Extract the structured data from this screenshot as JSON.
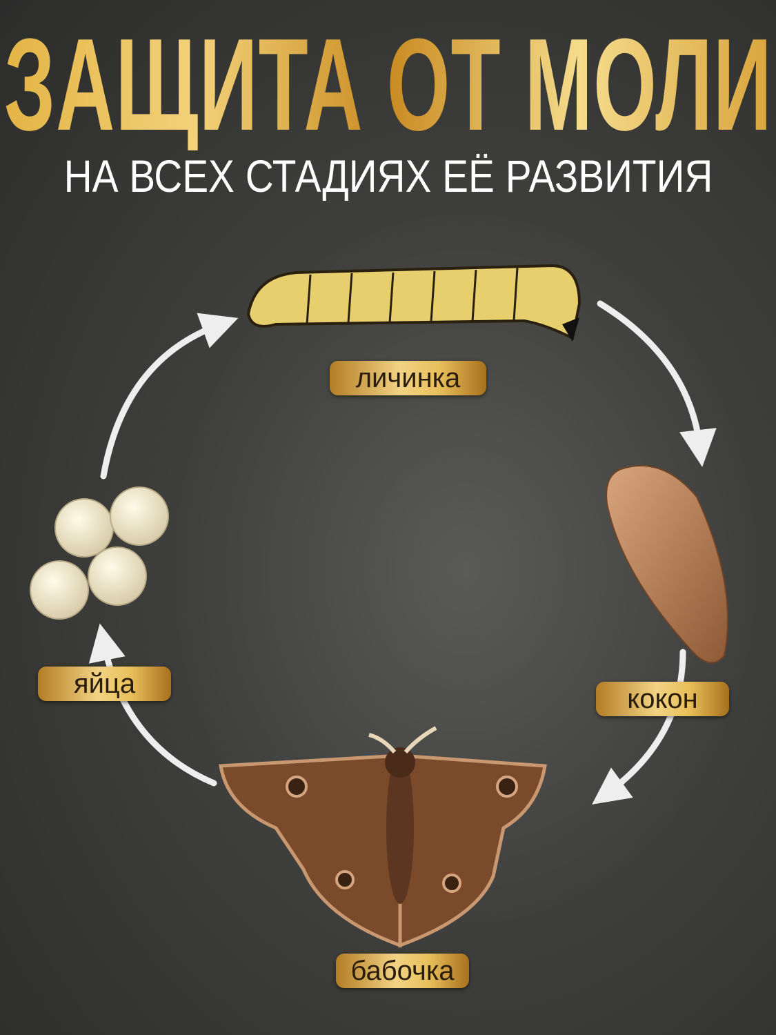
{
  "header": {
    "title": "ЗАЩИТА ОТ МОЛИ",
    "subtitle": "НА ВСЕХ СТАДИЯХ ЕЁ РАЗВИТИЯ"
  },
  "stages": {
    "larva": "личинка",
    "cocoon": "кокон",
    "butterfly": "бабочка",
    "eggs": "яйца"
  },
  "colors": {
    "gold": "#e3b445",
    "background": "#3e3e3c"
  }
}
